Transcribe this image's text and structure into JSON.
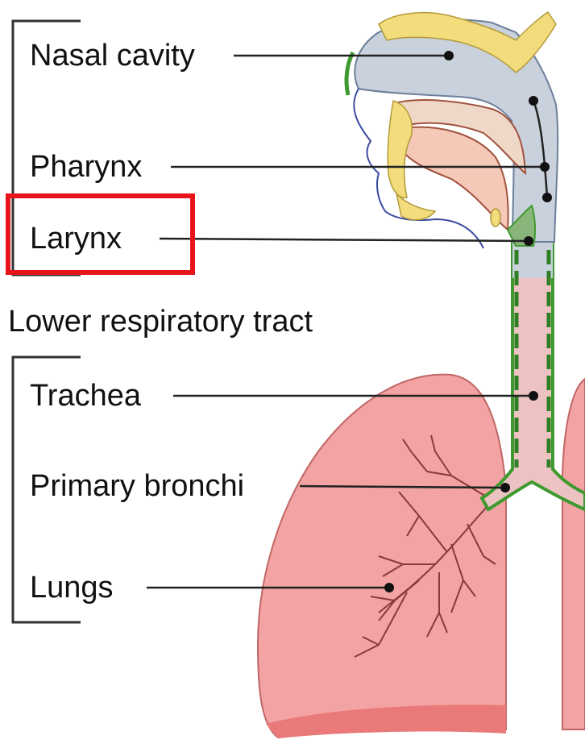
{
  "groups": {
    "lower": "Lower respiratory tract"
  },
  "labels": {
    "nasal_cavity": "Nasal cavity",
    "pharynx": "Pharynx",
    "larynx": "Larynx",
    "trachea": "Trachea",
    "primary_bronchi": "Primary bronchi",
    "lungs": "Lungs"
  },
  "highlight": {
    "target": "larynx",
    "color": "#e8141b"
  },
  "colors": {
    "lung_fill": "#f3a3a3",
    "lung_shadow": "#ea7979",
    "airway_fill": "#c9d1dc",
    "tracheal_wall": "#3e9a2e",
    "bone": "#f2dc7c",
    "leader_line": "#222222"
  }
}
